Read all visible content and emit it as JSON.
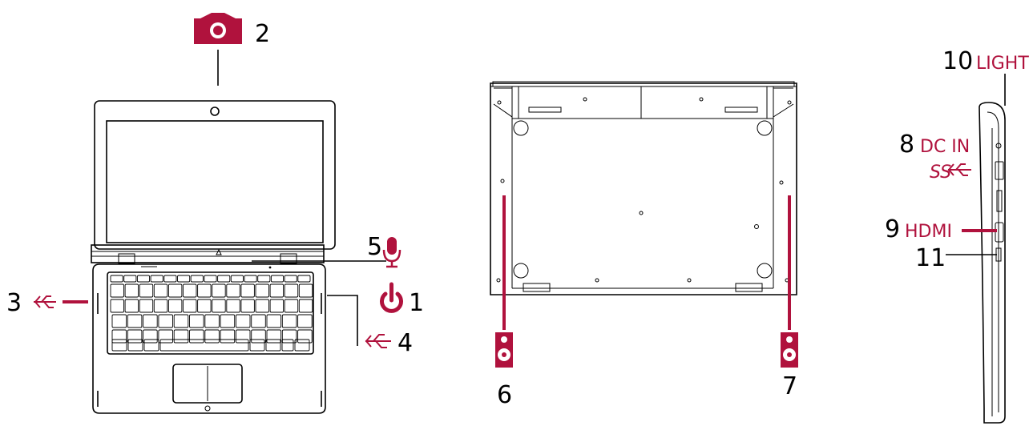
{
  "colors": {
    "accent": "#B0123D",
    "outline": "#000000",
    "background": "#ffffff"
  },
  "callouts": {
    "c1": {
      "number": "1",
      "icon": "power-icon"
    },
    "c2": {
      "number": "2",
      "icon": "camera-icon"
    },
    "c3": {
      "number": "3",
      "icon": "usb-icon"
    },
    "c4": {
      "number": "4",
      "icon": "usb-icon"
    },
    "c5": {
      "number": "5",
      "icon": "microphone-icon"
    },
    "c6": {
      "number": "6",
      "icon": "speaker-icon"
    },
    "c7": {
      "number": "7",
      "icon": "speaker-icon"
    },
    "c8": {
      "number": "8",
      "label": "DC IN"
    },
    "c8b": {
      "label": "SS",
      "icon": "usb-icon"
    },
    "c9": {
      "number": "9",
      "label": "HDMI"
    },
    "c10": {
      "number": "10",
      "label": "LIGHT"
    },
    "c11": {
      "number": "11"
    }
  }
}
